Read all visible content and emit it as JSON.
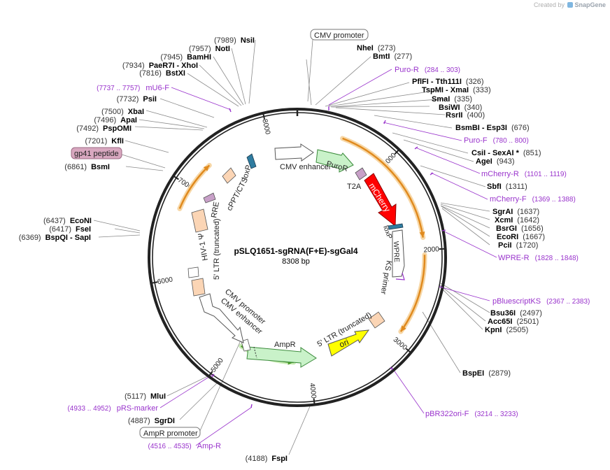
{
  "app": {
    "credit_prefix": "Created by",
    "credit_brand": "SnapGene"
  },
  "plasmid": {
    "name": "pSLQ1651-sgRNA(F+E)-sgGal4",
    "size_label": "8308 bp",
    "length": 8308
  },
  "colors": {
    "enzyme_line": "#8a8a8a",
    "primer": "#9933cc",
    "orange_feature": "#e08a1e",
    "green_feature": "#4c9a2a",
    "backbone": "#222222"
  },
  "ticks": [
    {
      "bp": 1000,
      "label": "1000"
    },
    {
      "bp": 2000,
      "label": "2000"
    },
    {
      "bp": 3000,
      "label": "3000"
    },
    {
      "bp": 4000,
      "label": "4000"
    },
    {
      "bp": 5000,
      "label": "5000"
    },
    {
      "bp": 6000,
      "label": "6000"
    },
    {
      "bp": 7000,
      "label": "7000"
    },
    {
      "bp": 8000,
      "label": "8000"
    }
  ],
  "features_outer": [
    {
      "name": "orange-arc-cmv-region",
      "start": 480,
      "end": 1870,
      "color": "orange",
      "dir": "cw"
    },
    {
      "name": "orange-arc-lower-right",
      "start": 2050,
      "end": 2900,
      "color": "orange",
      "dir": "cw"
    },
    {
      "name": "orange-arc-left",
      "start": 6750,
      "end": 7300,
      "color": "orange",
      "dir": "cw"
    },
    {
      "name": "green-arc-lower",
      "start": 4200,
      "end": 4900,
      "color": "green",
      "dir": "ccw"
    }
  ],
  "labels": {
    "cmv_promoter_top": "CMV promoter",
    "cmv_enhancer": "CMV enhancer",
    "puror": "PuroR",
    "t2a": "T2A",
    "mcherry": "mCherry",
    "loxp_right": "loxP",
    "loxp_left": "loxP",
    "wpre": "WPRE",
    "ks_primer": "KS primer",
    "ltr_right": "5' LTR (truncated)",
    "ori": "ori",
    "ampr": "AmpR",
    "cmv_enh_lower": "CMV enhancer",
    "cmv_prom_lower": "CMV promoter",
    "ltr_left": "5' LTR (truncated)",
    "hiv": "HIV-1 Ψ",
    "rre": "RRE",
    "cppt": "cPPT/CTS",
    "gp41": "gp41 peptide",
    "ampr_promoter": "AmpR promoter"
  },
  "enzymes": [
    {
      "name": "NheI",
      "pos": "(273)"
    },
    {
      "name": "BmtI",
      "pos": "(277)"
    },
    {
      "name": "PflFI - Tth111I",
      "pos": "(326)"
    },
    {
      "name": "TspMI - XmaI",
      "pos": "(333)"
    },
    {
      "name": "SmaI",
      "pos": "(335)"
    },
    {
      "name": "BsiWI",
      "pos": "(340)"
    },
    {
      "name": "RsrII",
      "pos": "(400)"
    },
    {
      "name": "BsmBI - Esp3I",
      "pos": "(676)"
    },
    {
      "name": "CsiI - SexAI *",
      "pos": "(851)"
    },
    {
      "name": "AgeI",
      "pos": "(943)"
    },
    {
      "name": "SbfI",
      "pos": "(1311)"
    },
    {
      "name": "SgrAI",
      "pos": "(1637)"
    },
    {
      "name": "XcmI",
      "pos": "(1642)"
    },
    {
      "name": "BsrGI",
      "pos": "(1656)"
    },
    {
      "name": "EcoRI",
      "pos": "(1667)"
    },
    {
      "name": "PciI",
      "pos": "(1720)"
    },
    {
      "name": "Bsu36I",
      "pos": "(2497)"
    },
    {
      "name": "Acc65I",
      "pos": "(2501)"
    },
    {
      "name": "KpnI",
      "pos": "(2505)"
    },
    {
      "name": "BspEI",
      "pos": "(2879)"
    },
    {
      "name": "FspI",
      "pos": "(4188)"
    },
    {
      "name": "SgrDI",
      "pos": "(4887)"
    },
    {
      "name": "MluI",
      "pos": "(5117)"
    },
    {
      "name": "BsmI",
      "pos": "(6861)"
    },
    {
      "name": "KflI",
      "pos": "(7201)"
    },
    {
      "name": "PspOMI",
      "pos": "(7492)"
    },
    {
      "name": "ApaI",
      "pos": "(7496)"
    },
    {
      "name": "XbaI",
      "pos": "(7500)"
    },
    {
      "name": "PsiI",
      "pos": "(7732)"
    },
    {
      "name": "BstXI",
      "pos": "(7816)"
    },
    {
      "name": "PaeR7I - XhoI",
      "pos": "(7934)"
    },
    {
      "name": "BamHI",
      "pos": "(7945)"
    },
    {
      "name": "NotI",
      "pos": "(7957)"
    },
    {
      "name": "NsiI",
      "pos": "(7989)"
    },
    {
      "name": "EcoNI",
      "pos": "(6437)"
    },
    {
      "name": "FseI",
      "pos": "(6417)"
    },
    {
      "name": "BspQI - SapI",
      "pos": "(6369)"
    }
  ],
  "primers": [
    {
      "name": "Puro-R",
      "range": "(284 .. 303)"
    },
    {
      "name": "Puro-F",
      "range": "(780 .. 800)"
    },
    {
      "name": "mCherry-R",
      "range": "(1101 .. 1119)"
    },
    {
      "name": "mCherry-F",
      "range": "(1369 .. 1388)"
    },
    {
      "name": "WPRE-R",
      "range": "(1828 .. 1848)"
    },
    {
      "name": "pBluescriptKS",
      "range": "(2367 .. 2383)"
    },
    {
      "name": "pBR322ori-F",
      "range": "(3214 .. 3233)"
    },
    {
      "name": "Amp-R",
      "range": "(4516 .. 4535)"
    },
    {
      "name": "pRS-marker",
      "range": "(4933 .. 4952)"
    },
    {
      "name": "mU6-F",
      "range": "(7737 .. 7757)"
    }
  ]
}
